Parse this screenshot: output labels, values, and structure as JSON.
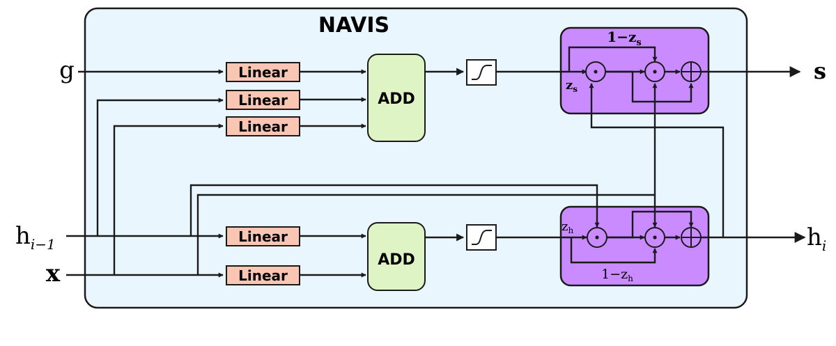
{
  "title": "NAVIS",
  "blocks": {
    "linear": "Linear",
    "add": "ADD"
  },
  "inputs": {
    "g": "g",
    "h_prev_base": "h",
    "h_prev_sub": "i−1",
    "x": "x"
  },
  "outputs": {
    "s": "s",
    "h_base": "h",
    "h_sub": "i"
  },
  "gate_top": {
    "one_minus": "1−",
    "z": "z",
    "z_sub": "s"
  },
  "gate_bottom": {
    "one_minus": "1−",
    "z": "z",
    "z_sub": "h"
  },
  "symbols": {
    "multiply": "⊙",
    "add": "⊕"
  },
  "colors": {
    "panel_fill": "#eaf6fd",
    "linear_fill": "#f9c6b3",
    "add_fill": "#dff4c5",
    "gate_fill": "#c98bff"
  }
}
